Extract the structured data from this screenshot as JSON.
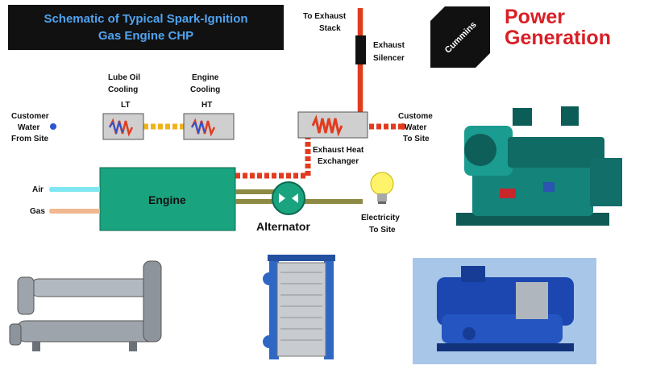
{
  "diagram": {
    "title_line1": "Schematic of Typical Spark-Ignition",
    "title_line2": "Gas Engine CHP",
    "labels": {
      "to_exhaust": "To Exhaust",
      "stack": "Stack",
      "exhaust": "Exhaust",
      "silencer": "Silencer",
      "lube_oil": "Lube Oil",
      "cooling1": "Cooling",
      "lt": "LT",
      "engine_cooling": "Engine",
      "cooling2": "Cooling",
      "ht": "HT",
      "customer_left1": "Customer",
      "customer_left2": "Water",
      "customer_left3": "From Site",
      "customer_right1": "Custome",
      "customer_right2": "Water",
      "customer_right3": "To Site",
      "exhaust_heat1": "Exhaust Heat",
      "exhaust_heat2": "Exchanger",
      "air": "Air",
      "gas": "Gas",
      "engine": "Engine",
      "alternator": "Alternator",
      "electricity1": "Electricity",
      "electricity2": "To Site"
    }
  },
  "brand": {
    "logo_text": "Cummins",
    "word1": "Power",
    "word2": "Generation",
    "color": "#d91f26"
  },
  "colors": {
    "engine": "#1aa37f",
    "hot": "#e23b1f",
    "warm": "#f2b21a",
    "cold": "#2a55d6",
    "air": "#7fe7f2",
    "gas": "#f0b890"
  }
}
